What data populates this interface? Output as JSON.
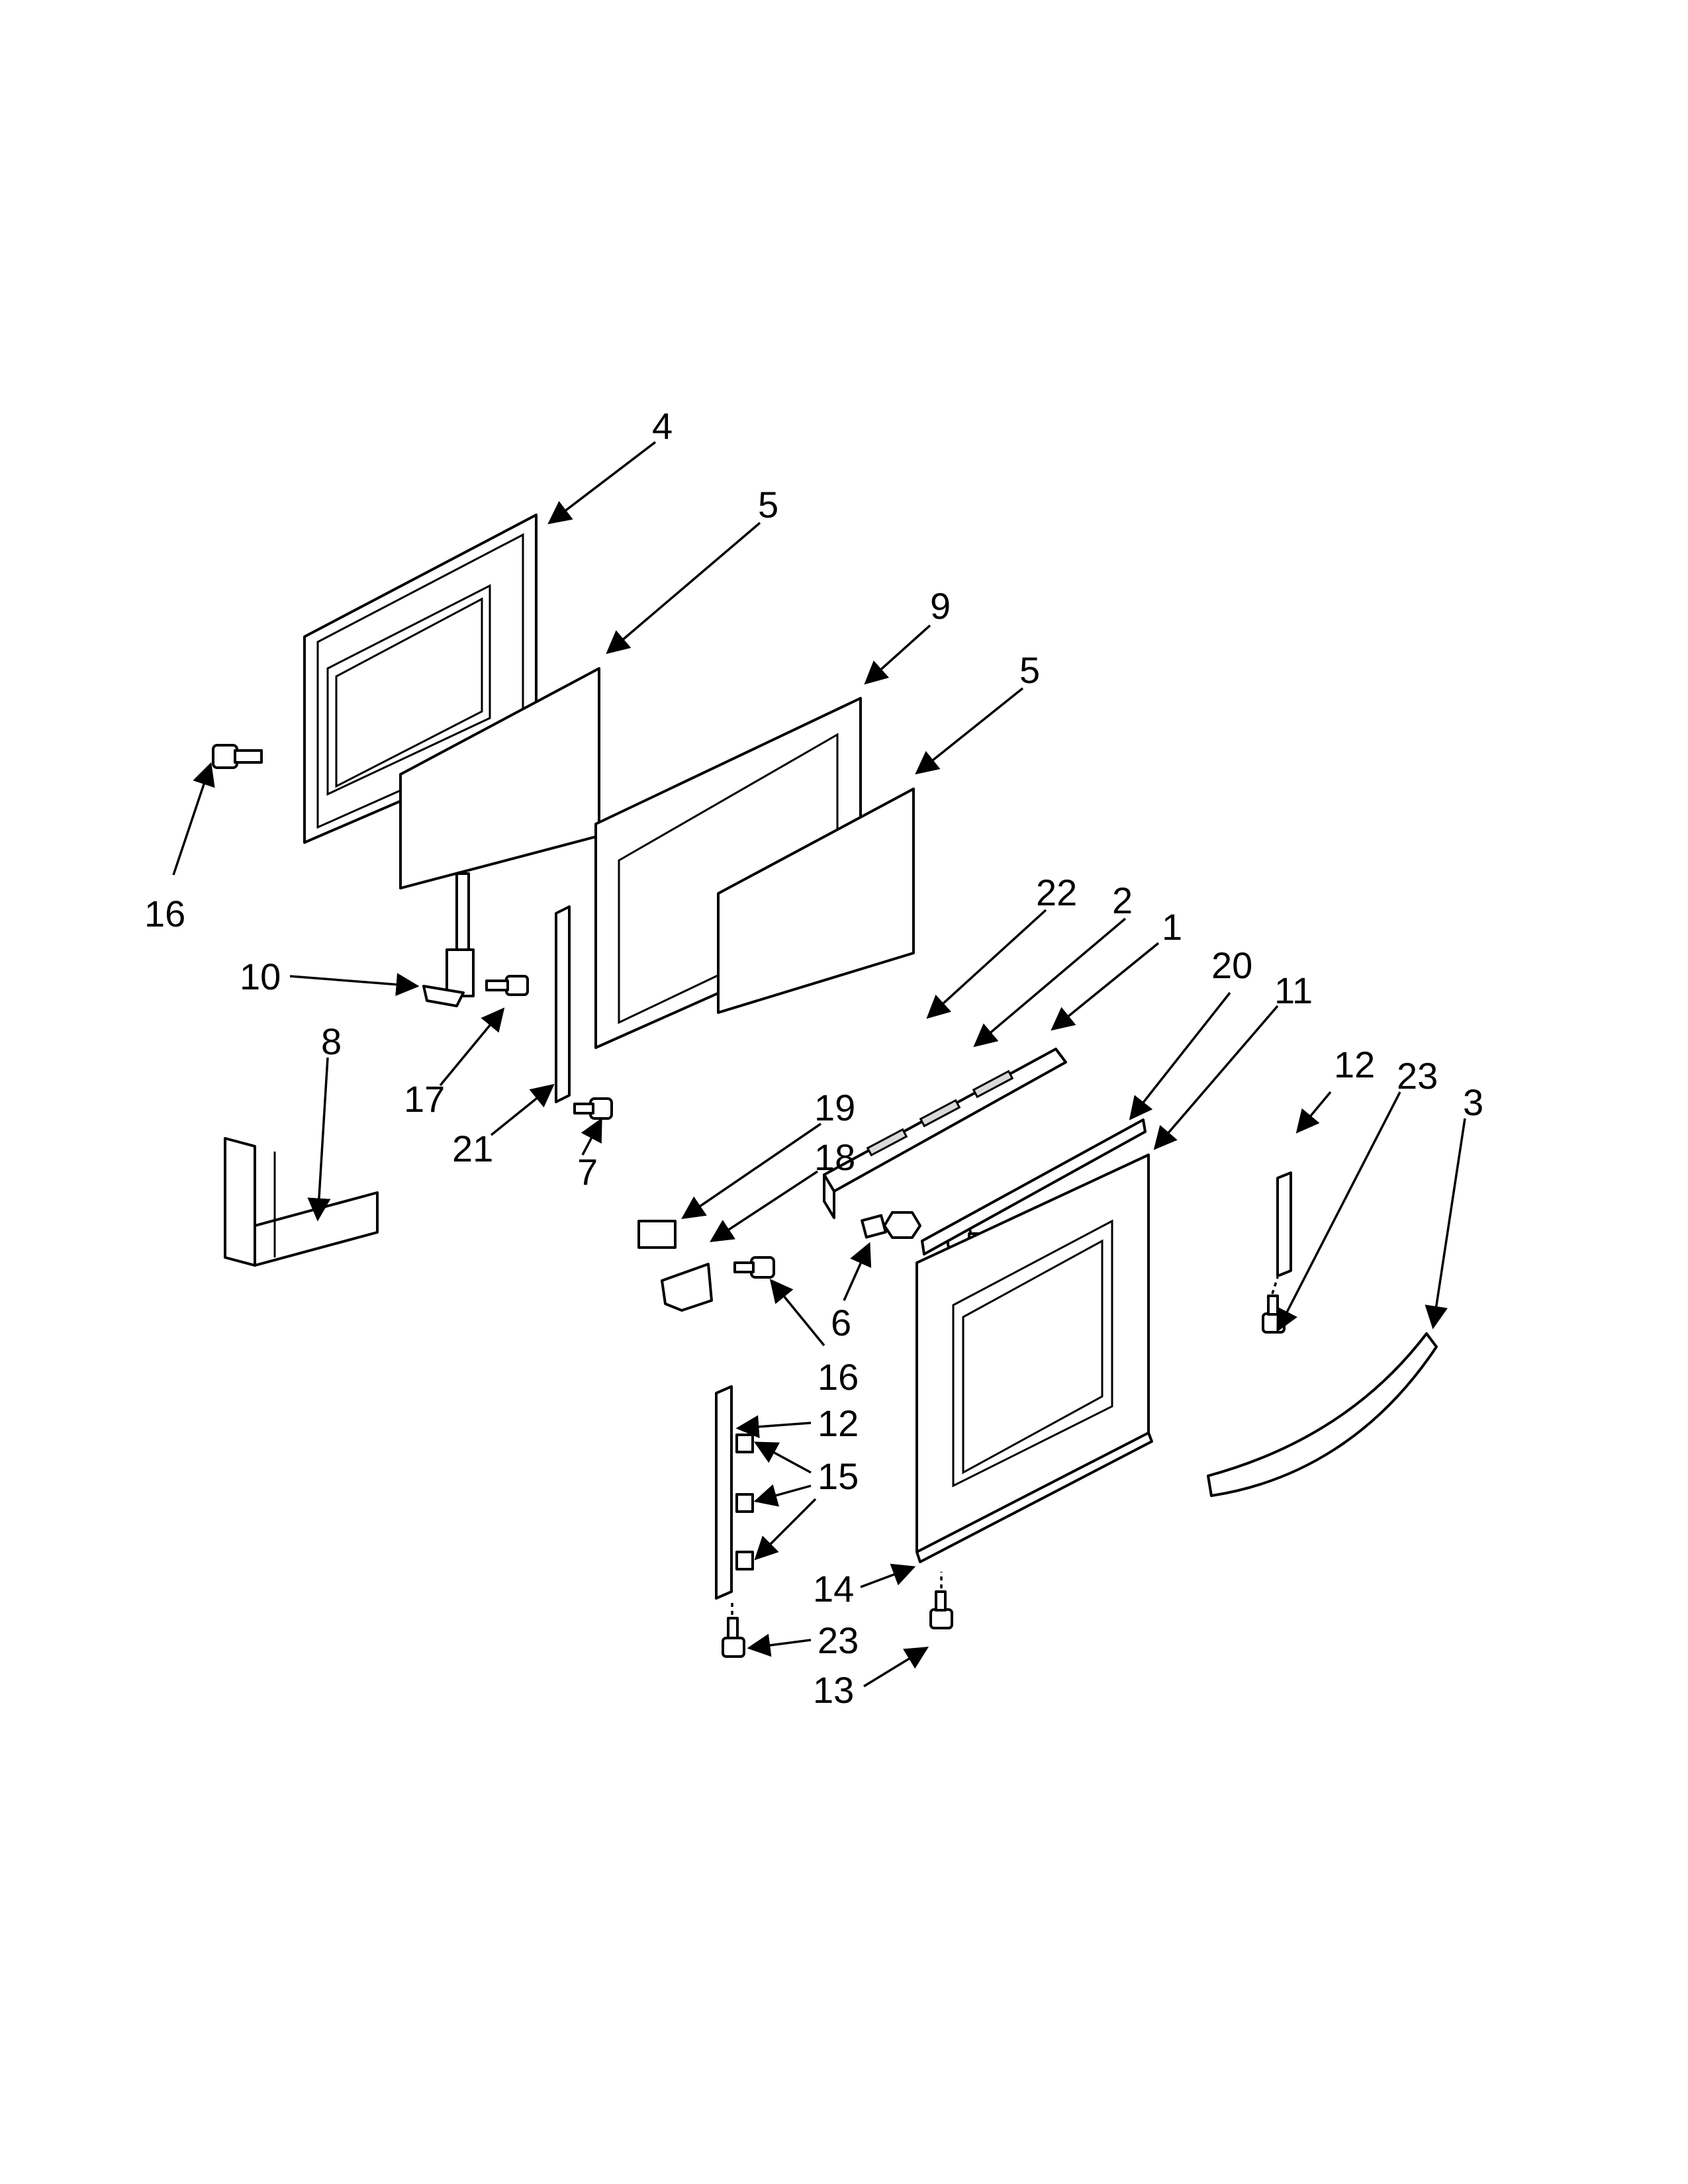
{
  "diagram": {
    "type": "exploded-parts-view",
    "callouts": [
      {
        "id": "c-4",
        "label": "4"
      },
      {
        "id": "c-5a",
        "label": "5"
      },
      {
        "id": "c-9",
        "label": "9"
      },
      {
        "id": "c-5b",
        "label": "5"
      },
      {
        "id": "c-16a",
        "label": "16"
      },
      {
        "id": "c-22",
        "label": "22"
      },
      {
        "id": "c-2",
        "label": "2"
      },
      {
        "id": "c-1",
        "label": "1"
      },
      {
        "id": "c-20",
        "label": "20"
      },
      {
        "id": "c-11",
        "label": "11"
      },
      {
        "id": "c-10",
        "label": "10"
      },
      {
        "id": "c-8",
        "label": "8"
      },
      {
        "id": "c-17",
        "label": "17"
      },
      {
        "id": "c-21",
        "label": "21"
      },
      {
        "id": "c-12a",
        "label": "12"
      },
      {
        "id": "c-23a",
        "label": "23"
      },
      {
        "id": "c-3",
        "label": "3"
      },
      {
        "id": "c-7",
        "label": "7"
      },
      {
        "id": "c-19",
        "label": "19"
      },
      {
        "id": "c-18",
        "label": "18"
      },
      {
        "id": "c-6",
        "label": "6"
      },
      {
        "id": "c-16b",
        "label": "16"
      },
      {
        "id": "c-12b",
        "label": "12"
      },
      {
        "id": "c-15",
        "label": "15"
      },
      {
        "id": "c-14",
        "label": "14"
      },
      {
        "id": "c-23b",
        "label": "23"
      },
      {
        "id": "c-13",
        "label": "13"
      }
    ]
  }
}
